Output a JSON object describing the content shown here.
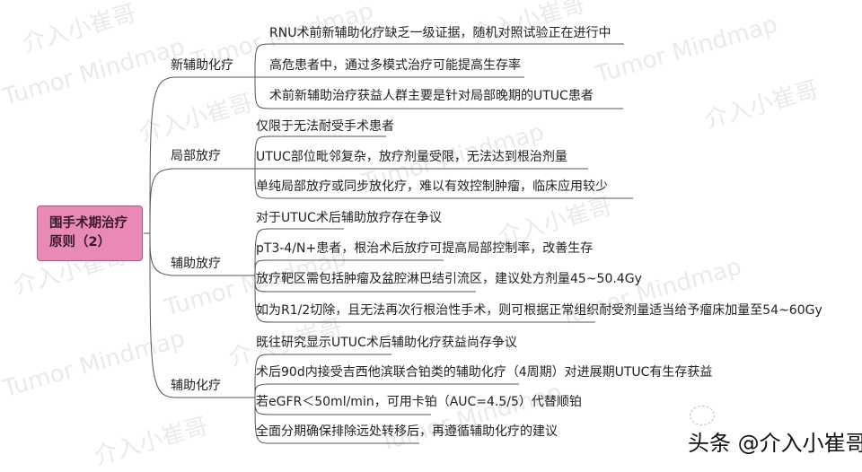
{
  "watermarks": {
    "brand_cn": "介入小崔哥",
    "brand_en": "Tumor Mindmap"
  },
  "root": {
    "line1": "围手术期治疗",
    "line2": "原则（2）",
    "color": "#E98AB6"
  },
  "branches": [
    {
      "label": "新辅助化疗",
      "leaves": [
        "RNU术前新辅助化疗缺乏一级证据，随机对照试验正在进行中",
        "高危患者中，通过多模式治疗可能提高生存率",
        "术前新辅助治疗获益人群主要是针对局部晚期的UTUC患者"
      ]
    },
    {
      "label": "局部放疗",
      "leaves": [
        "仅限于无法耐受手术患者",
        "UTUC部位毗邻复杂，放疗剂量受限，无法达到根治剂量",
        "单纯局部放疗或同步放化疗，难以有效控制肿瘤，临床应用较少"
      ]
    },
    {
      "label": "辅助放疗",
      "leaves": [
        "对于UTUC术后辅助放疗存在争议",
        "pT3-4/N+患者，根治术后放疗可提高局部控制率，改善生存",
        "放疗靶区需包括肿瘤及盆腔淋巴结引流区，建议处方剂量45~50.4Gy",
        "如为R1/2切除，且无法再次行根治性手术，则可根据正常组织耐受剂量适当给予瘤床加量至54~60Gy"
      ]
    },
    {
      "label": "辅助化疗",
      "leaves": [
        "既往研究显示UTUC术后辅助化疗获益尚存争议",
        "术后90d内接受吉西他滨联合铂类的辅助化疗（4周期）对进展期UTUC有生存获益",
        "若eGFR＜50ml/min，可用卡铂（AUC=4.5/5）代替顺铂",
        "全面分期确保排除远处转移后，再遵循辅助化疗的建议"
      ]
    }
  ],
  "footer": {
    "credit": "头条 @介入小崔哥",
    "icon": "wechat-smiley-icon"
  }
}
